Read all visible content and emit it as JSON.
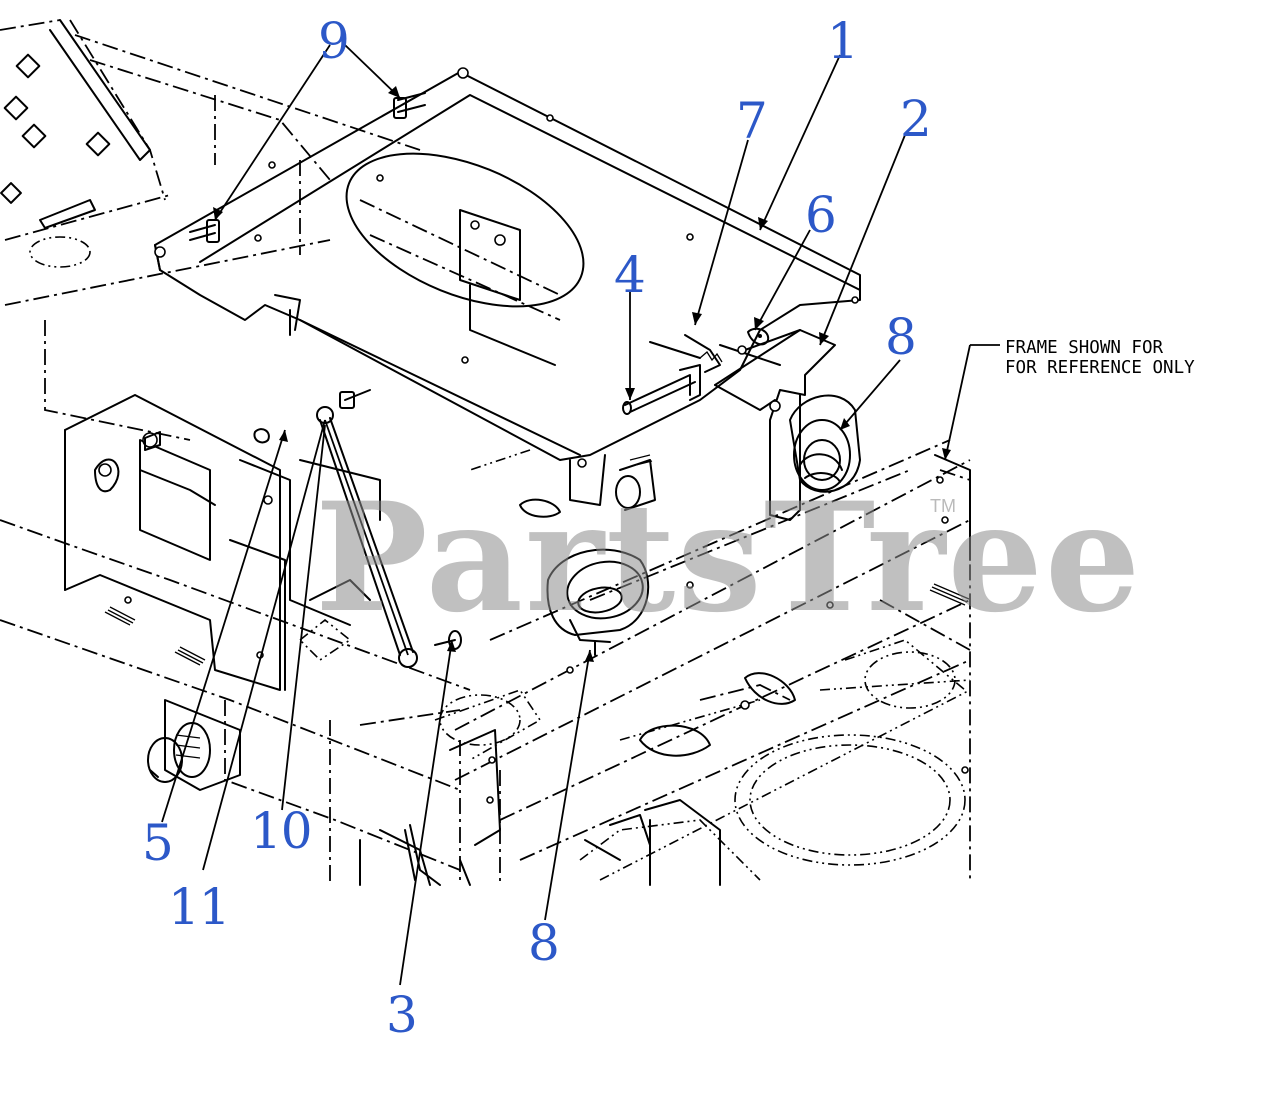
{
  "diagram": {
    "callouts": [
      {
        "id": "c9",
        "text": "9"
      },
      {
        "id": "c1",
        "text": "1"
      },
      {
        "id": "c7",
        "text": "7"
      },
      {
        "id": "c2",
        "text": "2"
      },
      {
        "id": "c6",
        "text": "6"
      },
      {
        "id": "c4",
        "text": "4"
      },
      {
        "id": "c8a",
        "text": "8"
      },
      {
        "id": "c5",
        "text": "5"
      },
      {
        "id": "c10",
        "text": "10"
      },
      {
        "id": "c11",
        "text": "11"
      },
      {
        "id": "c3",
        "text": "3"
      },
      {
        "id": "c8b",
        "text": "8"
      }
    ],
    "note": "FRAME SHOWN FOR\nFOR REFERENCE ONLY",
    "watermark": "PartsTree",
    "watermark_tm": "TM",
    "label_color": "#2c58c8"
  }
}
